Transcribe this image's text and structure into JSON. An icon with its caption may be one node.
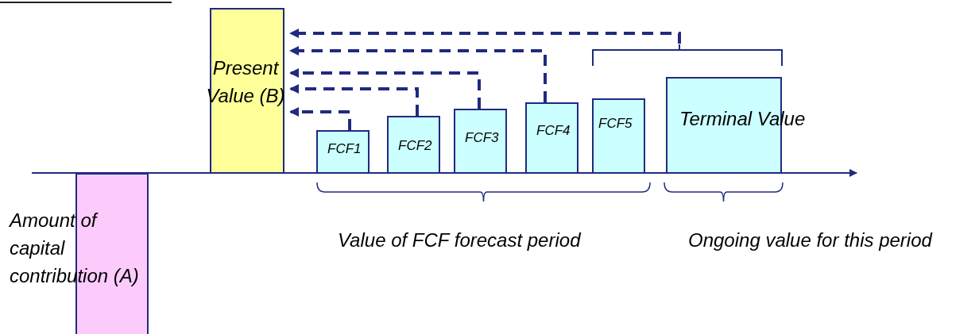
{
  "diagram": {
    "nodes": [
      {
        "text": [],
        "shape": "bar",
        "beside": [
          "Amount of capital contribution (A)"
        ]
      },
      {
        "text": [
          "Present Value (B)"
        ]
      },
      {
        "text": [
          "FCF1"
        ]
      },
      {
        "text": [
          "FCF2"
        ]
      },
      {
        "text": [
          "FCF3"
        ]
      },
      {
        "text": [
          "FCF4"
        ]
      },
      {
        "text": [
          "FCF5"
        ]
      },
      {
        "text": [
          "Terminal Value"
        ]
      },
      {
        "text": [],
        "shape": "bracket"
      }
    ],
    "edges": [
      {
        "from": 2,
        "to": 1,
        "arrow": "to",
        "style": "dashed"
      },
      {
        "from": 3,
        "to": 1,
        "arrow": "to",
        "style": "dashed"
      },
      {
        "from": 4,
        "to": 1,
        "arrow": "to",
        "style": "dashed"
      },
      {
        "from": 5,
        "to": 1,
        "arrow": "to",
        "style": "dashed"
      },
      {
        "from": 8,
        "to": 1,
        "arrow": "to",
        "style": "dashed"
      }
    ],
    "labels": [
      "Value of FCF forecast period",
      "Ongoing value for this period"
    ]
  }
}
